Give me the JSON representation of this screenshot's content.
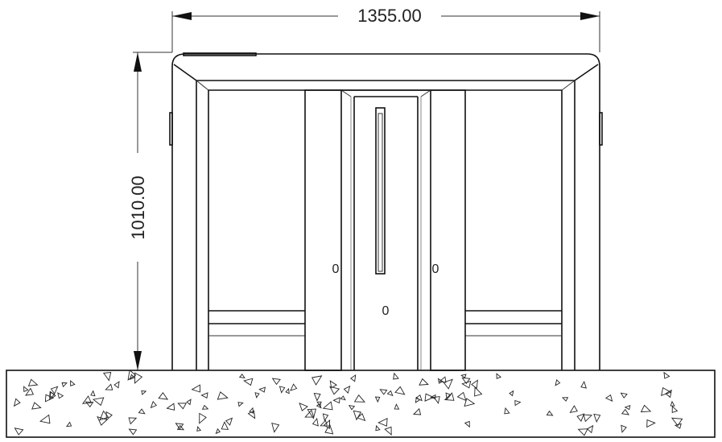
{
  "dimensions": {
    "width_label": "1355.00",
    "height_label": "1010.00"
  },
  "door_labels": [
    "0",
    "0",
    "0"
  ],
  "colors": {
    "line": "#111111",
    "background": "#ffffff"
  },
  "ground": {
    "pattern": "concrete-hatch-triangles"
  }
}
